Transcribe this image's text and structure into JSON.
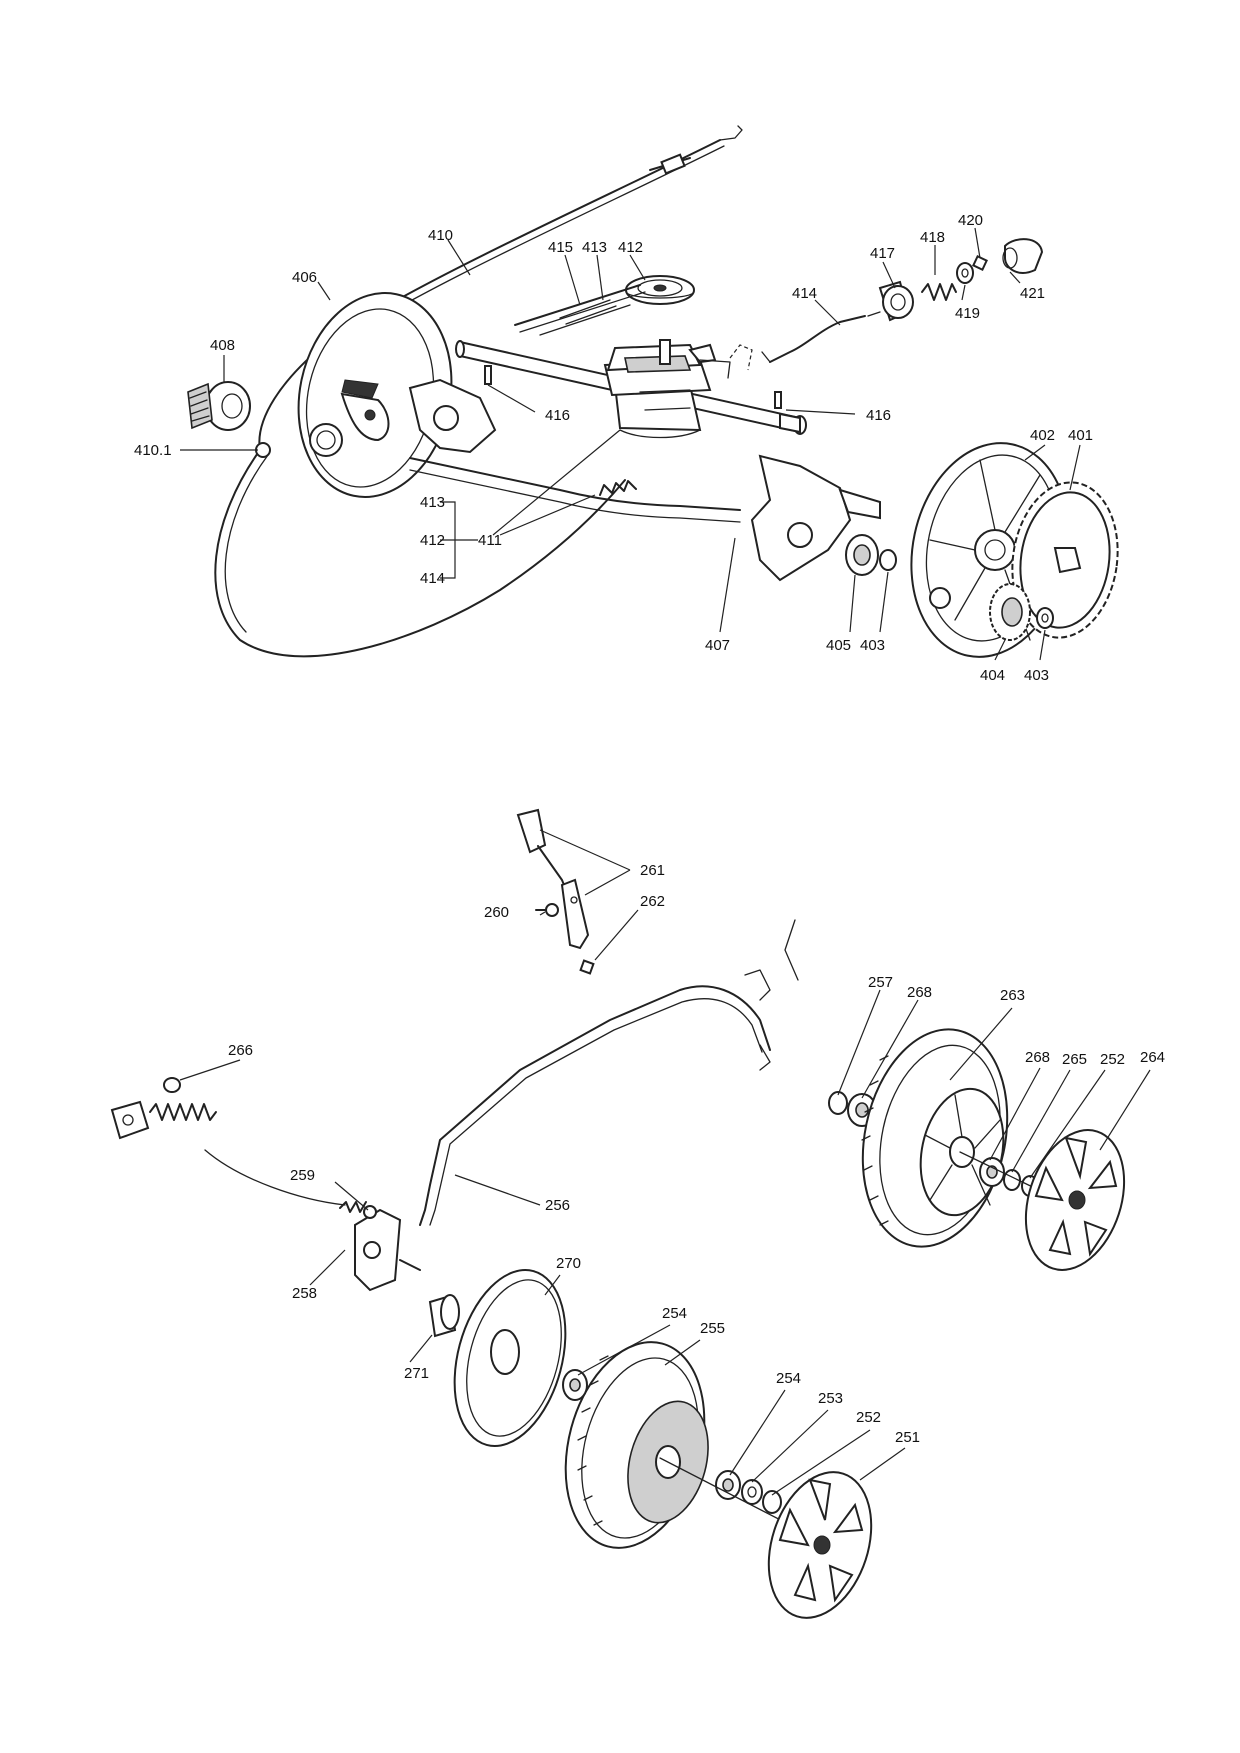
{
  "callouts": [
    {
      "id": "p410",
      "text": "410"
    },
    {
      "id": "p406",
      "text": "406"
    },
    {
      "id": "p408",
      "text": "408"
    },
    {
      "id": "p4101",
      "text": "410.1"
    },
    {
      "id": "p415",
      "text": "415"
    },
    {
      "id": "p413a",
      "text": "413"
    },
    {
      "id": "p412a",
      "text": "412"
    },
    {
      "id": "p414a",
      "text": "414"
    },
    {
      "id": "p417",
      "text": "417"
    },
    {
      "id": "p418",
      "text": "418"
    },
    {
      "id": "p420",
      "text": "420"
    },
    {
      "id": "p421",
      "text": "421"
    },
    {
      "id": "p419",
      "text": "419"
    },
    {
      "id": "p416a",
      "text": "416"
    },
    {
      "id": "p416b",
      "text": "416"
    },
    {
      "id": "p413b",
      "text": "413"
    },
    {
      "id": "p412b",
      "text": "412"
    },
    {
      "id": "p411",
      "text": "411"
    },
    {
      "id": "p414b",
      "text": "414"
    },
    {
      "id": "p402",
      "text": "402"
    },
    {
      "id": "p401",
      "text": "401"
    },
    {
      "id": "p407",
      "text": "407"
    },
    {
      "id": "p405",
      "text": "405"
    },
    {
      "id": "p403a",
      "text": "403"
    },
    {
      "id": "p404",
      "text": "404"
    },
    {
      "id": "p403b",
      "text": "403"
    },
    {
      "id": "p261",
      "text": "261"
    },
    {
      "id": "p260",
      "text": "260"
    },
    {
      "id": "p262",
      "text": "262"
    },
    {
      "id": "p266",
      "text": "266"
    },
    {
      "id": "p257",
      "text": "257"
    },
    {
      "id": "p268a",
      "text": "268"
    },
    {
      "id": "p263",
      "text": "263"
    },
    {
      "id": "p268b",
      "text": "268"
    },
    {
      "id": "p265",
      "text": "265"
    },
    {
      "id": "p252a",
      "text": "252"
    },
    {
      "id": "p264",
      "text": "264"
    },
    {
      "id": "p259",
      "text": "259"
    },
    {
      "id": "p256",
      "text": "256"
    },
    {
      "id": "p258",
      "text": "258"
    },
    {
      "id": "p270",
      "text": "270"
    },
    {
      "id": "p271",
      "text": "271"
    },
    {
      "id": "p254a",
      "text": "254"
    },
    {
      "id": "p255",
      "text": "255"
    },
    {
      "id": "p254b",
      "text": "254"
    },
    {
      "id": "p253",
      "text": "253"
    },
    {
      "id": "p252b",
      "text": "252"
    },
    {
      "id": "p251",
      "text": "251"
    }
  ]
}
